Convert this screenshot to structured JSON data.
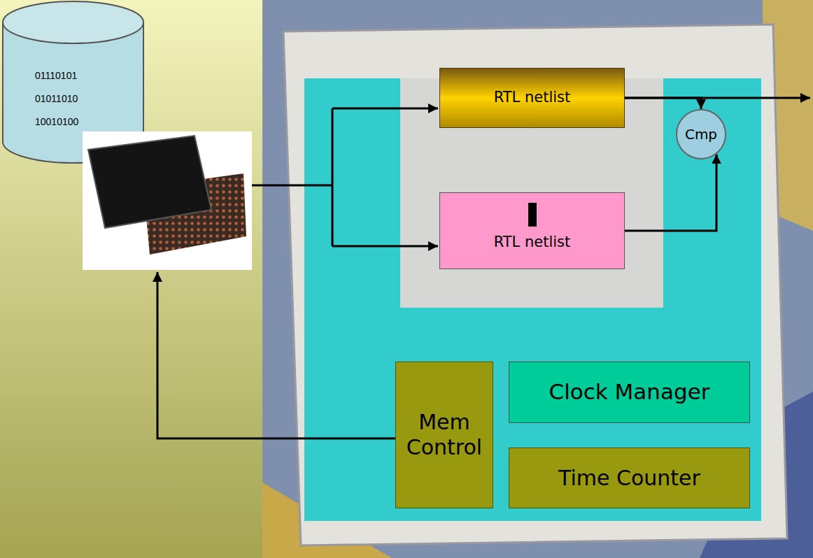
{
  "diagram": {
    "nodes": [
      {
        "text": [
          "01110101",
          "01011010",
          "10010100"
        ]
      },
      {
        "text": [
          "RTL netlist"
        ]
      },
      {
        "text": [
          "RTL netlist"
        ]
      },
      {
        "text": [
          "Cmp"
        ]
      },
      {
        "text": [
          "Mem Control"
        ]
      },
      {
        "text": [
          "Clock Manager"
        ]
      },
      {
        "text": [
          "Time Counter"
        ]
      }
    ],
    "edges": [
      {
        "from": 1,
        "to": 3,
        "arrow": "to"
      },
      {
        "from": 2,
        "to": 3,
        "arrow": "to"
      }
    ]
  }
}
